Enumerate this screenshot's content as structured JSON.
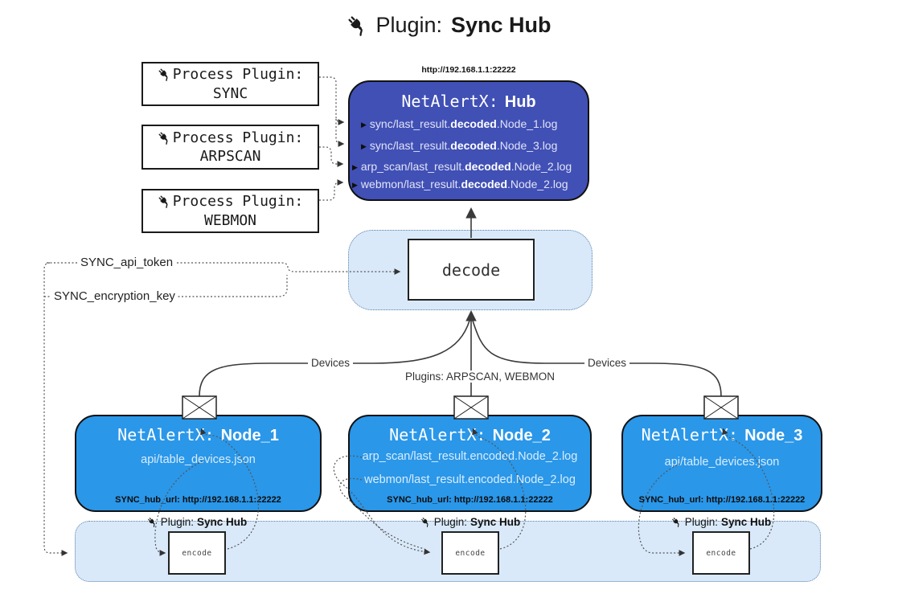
{
  "title": {
    "icon": "plug-icon",
    "prefix": "Plugin:",
    "name": "Sync Hub"
  },
  "process_plugins": [
    {
      "label": "Process Plugin:",
      "name": "SYNC"
    },
    {
      "label": "Process Plugin:",
      "name": "ARPSCAN"
    },
    {
      "label": "Process Plugin:",
      "name": "WEBMON"
    }
  ],
  "hub": {
    "url": "http://192.168.1.1:22222",
    "title_prefix": "NetAlertX:",
    "title_name": "Hub",
    "logs": [
      {
        "pre": "sync/last_result.",
        "bold": "decoded",
        "post": ".Node_1.log"
      },
      {
        "pre": "sync/last_result.",
        "bold": "decoded",
        "post": ".Node_3.log"
      },
      {
        "pre": "arp_scan/last_result.",
        "bold": "decoded",
        "post": ".Node_2.log"
      },
      {
        "pre": "webmon/last_result.",
        "bold": "decoded",
        "post": ".Node_2.log"
      }
    ]
  },
  "decode_box": {
    "label": "decode"
  },
  "settings": {
    "api_token": "SYNC_api_token",
    "encryption_key": "SYNC_encryption_key"
  },
  "edge_labels": {
    "devices_left": "Devices",
    "plugins": "Plugins: ARPSCAN, WEBMON",
    "devices_right": "Devices"
  },
  "nodes": [
    {
      "title_prefix": "NetAlertX:",
      "title_name": "Node_1",
      "files": [
        "api/table_devices.json"
      ],
      "footer": "SYNC_hub_url: http://192.168.1.1:22222"
    },
    {
      "title_prefix": "NetAlertX:",
      "title_name": "Node_2",
      "files": [
        "arp_scan/last_result.encoded.Node_2.log",
        "webmon/last_result.encoded.Node_2.log"
      ],
      "footer": "SYNC_hub_url: http://192.168.1.1:22222"
    },
    {
      "title_prefix": "NetAlertX:",
      "title_name": "Node_3",
      "files": [
        "api/table_devices.json"
      ],
      "footer": "SYNC_hub_url: http://192.168.1.1:22222"
    }
  ],
  "encode_section": {
    "plugin_prefix": "Plugin:",
    "plugin_name": "Sync Hub",
    "encode_label": "encode"
  },
  "colors": {
    "hub_bg": "#4150b5",
    "node_bg": "#2a97e9",
    "panel_bg": "#d9e9f9",
    "panel_border": "#5c82a8",
    "node_text": "#d9edfc",
    "hub_text": "#e2e4f6",
    "line": "#3a3a3a",
    "dotted": "#555555"
  }
}
